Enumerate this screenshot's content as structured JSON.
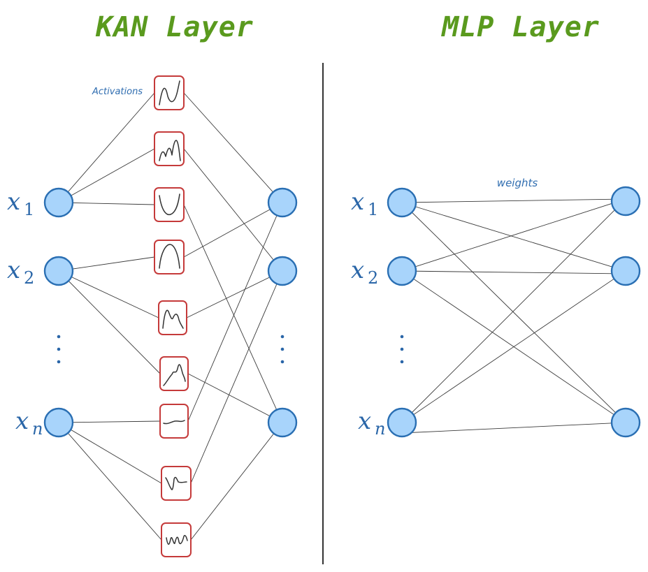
{
  "kan": {
    "title": "KAN Layer",
    "activations_label": "Activations",
    "inputs": [
      {
        "name": "x",
        "sub": "1"
      },
      {
        "name": "x",
        "sub": "2"
      },
      {
        "name": "x",
        "sub": "n"
      }
    ],
    "ellipsis": "⋮"
  },
  "mlp": {
    "title": "MLP Layer",
    "weights_label": "weights",
    "inputs": [
      {
        "name": "x",
        "sub": "1"
      },
      {
        "name": "x",
        "sub": "2"
      },
      {
        "name": "x",
        "sub": "n"
      }
    ],
    "ellipsis": "⋮"
  },
  "colors": {
    "title": "#5a9a1e",
    "node_fill": "#a8d4fb",
    "node_stroke": "#2a6fb3",
    "activation_border": "#c53a3a",
    "label": "#2a66a8"
  },
  "icons": [
    "activation-curve-icon",
    "neuron-node-icon"
  ]
}
